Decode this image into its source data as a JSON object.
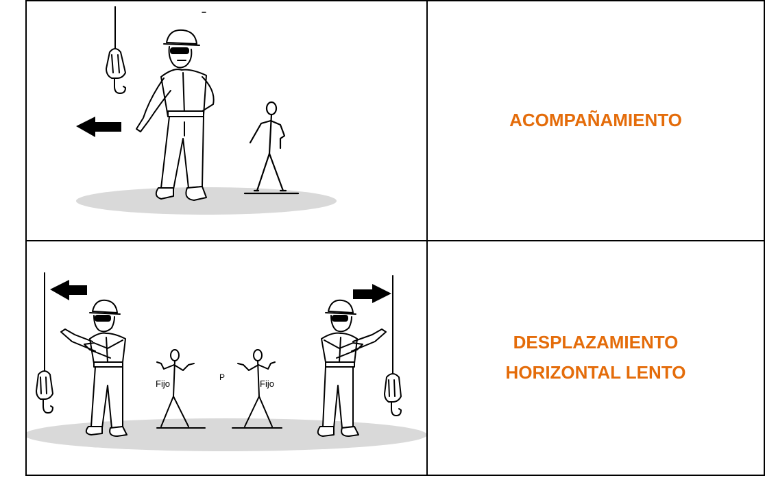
{
  "signals": [
    {
      "label_lines": [
        "ACOMPAÑAMIENTO"
      ]
    },
    {
      "label_lines": [
        "DESPLAZAMIENTO",
        "HORIZONTAL LENTO"
      ]
    }
  ],
  "figure_text": {
    "fixed_left": "Fijo",
    "fixed_right": "Fijo",
    "point": "P"
  },
  "colors": {
    "label": "#e46c0a",
    "ground": "#d9d9d9",
    "ink": "#000000"
  }
}
